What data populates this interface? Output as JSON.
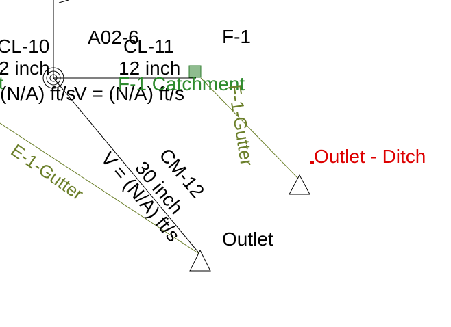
{
  "labels": {
    "cl10_name": "CL-10",
    "cl10_size": "2 inch",
    "cl10_vel": "(N/A) ft/s",
    "a02_name": "A02-6",
    "cl11_name": "CL-11",
    "cl11_size": "12 inch",
    "cl11_vel": "V = (N/A) ft/s",
    "f1_name": "F-1",
    "f1_catchment": "F-1 Catchment",
    "f1_gutter": "F-1-Gutter",
    "e1_gutter": "E-1-Gutter",
    "cm12_name": "CM-12",
    "cm12_size": "30 inch",
    "cm12_vel": "V = (N/A) ft/s",
    "outlet": "Outlet",
    "outlet_ditch": "Outlet - Ditch",
    "left_fragment": "t"
  },
  "colors": {
    "line_black": "#000000",
    "gutter_olive": "#6b7f2a",
    "catchment_green": "#2e8b2e",
    "catchment_fill": "#8fbc8f",
    "outlet_red": "#dd0000"
  }
}
